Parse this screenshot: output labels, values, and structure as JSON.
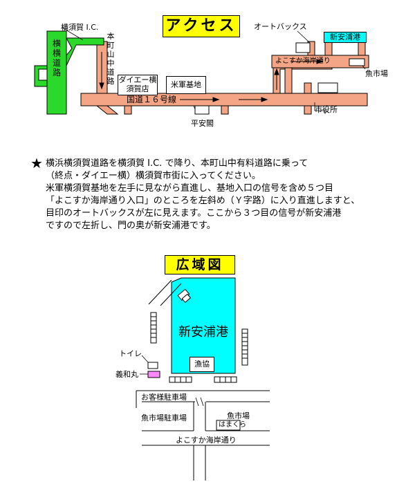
{
  "colors": {
    "road": "#f4a585",
    "expressway": "#2bd92b",
    "port": "#00ffff",
    "title_bg": "#ffff00",
    "boat": "#ff88ff"
  },
  "access": {
    "title": "アクセス",
    "labels": {
      "yokosuka_ic": "横須賀 I.C.",
      "honcho": "本町山中道路",
      "daiei": "ダイエー横須賀店",
      "beigun": "米軍基地",
      "route16": "国道１６号線",
      "heiankaku": "平安閣",
      "autobacs": "オートバックス",
      "shinyasura": "新安浦港",
      "kaigan": "よこすか海岸通り",
      "fishmarket": "魚市場",
      "cityhall": "市役所",
      "expressway": "横横道路"
    }
  },
  "description": {
    "star": "★",
    "lines": [
      "横浜横須賀道路を横須賀 I.C. で降り、本町山中有料道路に乗って",
      "（終点・ダイエー横）横須賀市街に入ってください。",
      "米軍横須賀基地を左手に見ながら直進し、基地入口の信号を含め５つ目",
      "「よこすか海岸通り入口」のところを左斜め（Ｙ字路）に入り直進しますと、",
      "目印のオートバックスが左に見えます。ここから３つ目の信号が新安浦港",
      "ですので左折し、門の奥が新安浦港です。"
    ]
  },
  "area_map": {
    "title": "広域図",
    "labels": {
      "port": "新安浦港",
      "gyokyo": "漁協",
      "toilet": "トイレ",
      "giwamaru": "義和丸",
      "guest_parking": "お客様駐車場",
      "fish_parking": "魚市場駐車場",
      "fishmarket": "魚市場",
      "hamakura": "はまくら",
      "kaigan": "よこすか海岸通り"
    }
  }
}
